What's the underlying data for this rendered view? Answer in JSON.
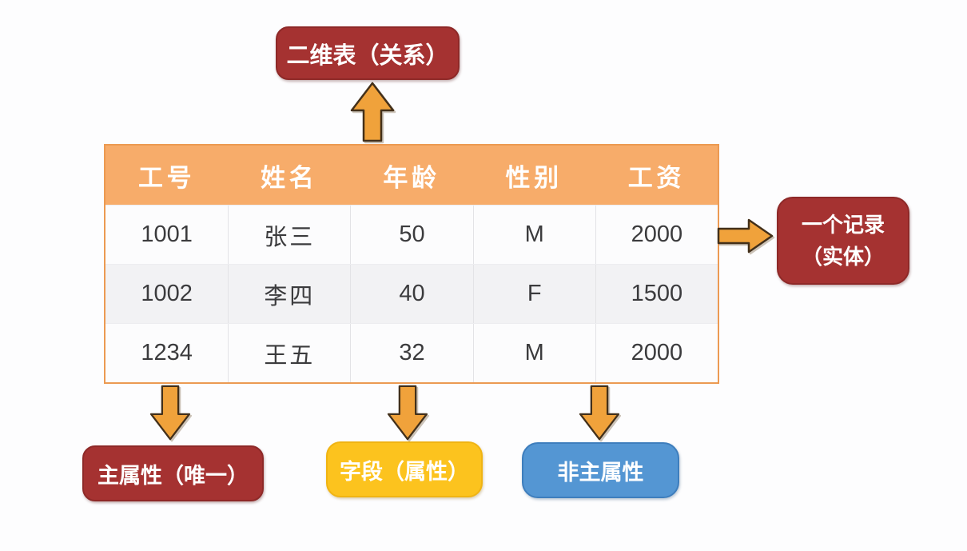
{
  "background": "#FDFDFE",
  "palette": {
    "dark_red_box": "#A53231",
    "header_orange": "#F7AC6A",
    "table_border_orange": "#EC9A52",
    "row_alt_gray": "#F2F2F4",
    "gold_yellow_box": "#FCC31E",
    "blue_box": "#5496D3",
    "arrow_orange": "#F0A23B",
    "arrow_outline": "#43301A",
    "cell_text": "#3B3B3D",
    "box_text": "#FFFFFF"
  },
  "labels": {
    "table_concept": "二维表（关系）",
    "record_line1": "一个记录",
    "record_line2": "（实体）",
    "primary_attr": "主属性（唯一）",
    "field_attr": "字段（属性）",
    "non_primary_attr": "非主属性"
  },
  "icons": {
    "arrow_up": "block-arrow-up-icon",
    "arrow_right": "block-arrow-right-icon",
    "arrow_down": "block-arrow-down-icon"
  },
  "table": {
    "headers": [
      "工号",
      "姓名",
      "年龄",
      "性别",
      "工资"
    ],
    "rows": [
      [
        "1001",
        "张三",
        "50",
        "M",
        "2000"
      ],
      [
        "1002",
        "李四",
        "40",
        "F",
        "1500"
      ],
      [
        "1234",
        "王五",
        "32",
        "M",
        "2000"
      ]
    ]
  }
}
